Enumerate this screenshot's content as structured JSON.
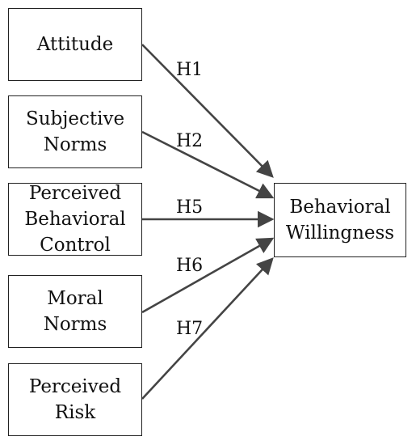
{
  "diagram": {
    "sources": [
      {
        "id": "attitude",
        "lines": [
          "Attitude"
        ]
      },
      {
        "id": "subjective-norms",
        "lines": [
          "Subjective",
          "Norms"
        ]
      },
      {
        "id": "perceived-behavioral-control",
        "lines": [
          "Perceived",
          "Behavioral",
          "Control"
        ]
      },
      {
        "id": "moral-norms",
        "lines": [
          "Moral",
          "Norms"
        ]
      },
      {
        "id": "perceived-risk",
        "lines": [
          "Perceived",
          "Risk"
        ]
      }
    ],
    "target": {
      "id": "behavioral-willingness",
      "lines": [
        "Behavioral",
        "Willingness"
      ]
    },
    "edges": [
      {
        "from": "attitude",
        "to": "behavioral-willingness",
        "label": "H1"
      },
      {
        "from": "subjective-norms",
        "to": "behavioral-willingness",
        "label": "H2"
      },
      {
        "from": "perceived-behavioral-control",
        "to": "behavioral-willingness",
        "label": "H5"
      },
      {
        "from": "moral-norms",
        "to": "behavioral-willingness",
        "label": "H6"
      },
      {
        "from": "perceived-risk",
        "to": "behavioral-willingness",
        "label": "H7"
      }
    ],
    "colors": {
      "box_border": "#222222",
      "arrow": "#444444",
      "text": "#111111",
      "background": "#ffffff"
    }
  }
}
